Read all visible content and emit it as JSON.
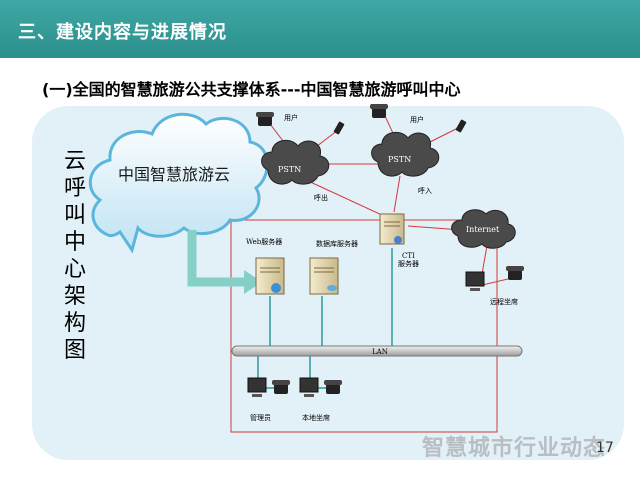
{
  "header": {
    "title": "三、建设内容与进展情况"
  },
  "subtitle": "(一)全国的智慧旅游公共支撑体系---中国智慧旅游呼叫中心",
  "vertical_label": [
    "云",
    "呼",
    "叫",
    "中",
    "心",
    "架",
    "构",
    "图"
  ],
  "diagram": {
    "cloud_label": "中国智慧旅游云",
    "pstn_left": "PSTN",
    "pstn_right": "PSTN",
    "internet": "Internet",
    "user_left": "用户",
    "user_right": "用户",
    "call_out": "呼出",
    "call_in": "呼入",
    "web_server": "Web服务器",
    "db_server": "数据库服务器",
    "cti_line1": "CTI",
    "cti_line2": "服务器",
    "remote_agent": "远程坐席",
    "lan": "LAN",
    "admin": "管理员",
    "local_agent": "本地坐席"
  },
  "page_number": "17",
  "watermark": "智慧城市行业动态"
}
